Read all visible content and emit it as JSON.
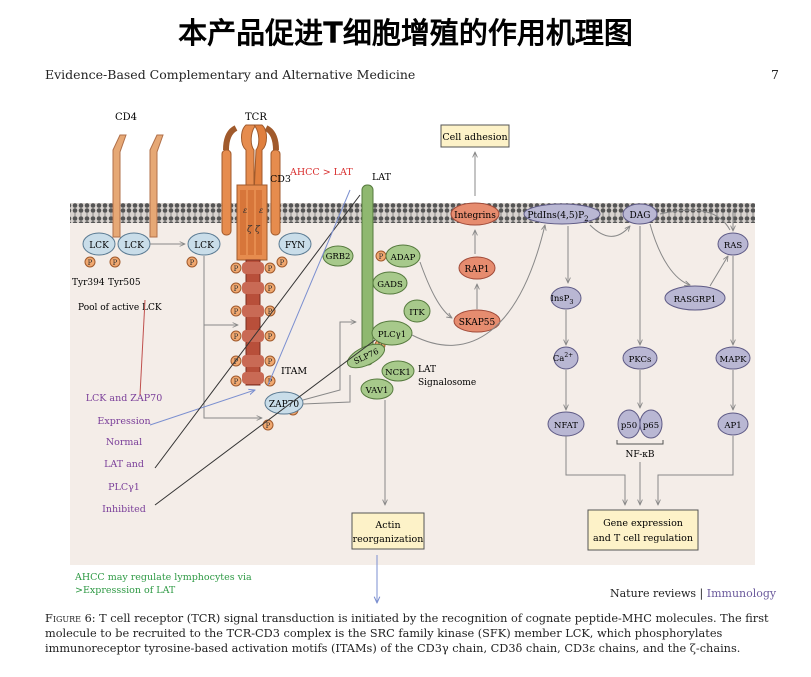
{
  "header": {
    "title": "本产品促进T细胞增殖的作用机理图",
    "journal": "Evidence-Based Complementary and Alternative Medicine",
    "page_number": "7"
  },
  "diagram": {
    "receptors": {
      "cd4": "CD4",
      "tcr": "TCR",
      "cd3": "CD3",
      "lat_top": "LAT",
      "ahcc_lat": "AHCC > LAT"
    },
    "kinases": {
      "lck1": "LCK",
      "lck2": "LCK",
      "lck3": "LCK",
      "fyn": "FYN",
      "zap70": "ZAP70"
    },
    "tyr394": "Tyr394",
    "tyr505": "Tyr505",
    "pool": "Pool of active LCK",
    "itam": "ITAM",
    "p": "P",
    "zeta": "ζ",
    "epsilon": "ε",
    "signalosome": {
      "grb2": "GRB2",
      "adap": "ADAP",
      "gads": "GADS",
      "itk": "ITK",
      "plcg1": "PLCγ1",
      "slp76": "SLP76",
      "nck1": "NCK1",
      "vav1": "VAV1",
      "label_lat": "LAT",
      "label_sig": "Signalosome"
    },
    "integrin_path": {
      "cell_adhesion": "Cell adhesion",
      "integrins": "Integrins",
      "rap1": "RAP1",
      "skap55": "SKAP55"
    },
    "lipids": {
      "ptdins_a": "PtdIns(4,5)P",
      "ptdins_sub": "2",
      "dag": "DAG",
      "insp3_a": "InsP",
      "insp3_sub": "3",
      "ca_a": "Ca",
      "ca_sup": "2+"
    },
    "ras_path": {
      "ras": "RAS",
      "rasgrp1": "RASGRP1",
      "mapk": "MAPK",
      "ap1": "AP1"
    },
    "pkc_path": {
      "pkcs": "PKCs",
      "p50": "p50",
      "p65": "p65",
      "nfkb": "NF-κB",
      "nfat": "NFAT"
    },
    "outputs": {
      "actin_1": "Actin",
      "actin_2": "reorganization",
      "gene_1": "Gene expression",
      "gene_2": "and T cell regulation"
    },
    "annotations": {
      "lck_zap": "LCK and ZAP70",
      "expression": "Expression",
      "normal": "Normal",
      "lat_and": "LAT and",
      "plcg": "PLCγ1",
      "inhibited": "Inhibited",
      "ahcc_1": "AHCC may regulate lymphocytes via",
      "ahcc_2": ">Expresssion of LAT"
    },
    "colors": {
      "membrane_bg": "#f4ede8",
      "lck": "#c9dde9",
      "cd3": "#e68c4e",
      "cd3_dark": "#b84f3a",
      "lat": "#8fb870",
      "green": "#a7c98b",
      "red_oval": "#e68c6f",
      "purple": "#8a86ad",
      "box": "#fdf2c8",
      "purple_text": "#7a3e99",
      "red_text": "#d93030",
      "green_text": "#2f9a45"
    }
  },
  "source": {
    "prefix": "Nature reviews",
    "sep": " | ",
    "journal": "Immunology"
  },
  "caption": {
    "label": "Figure 6:",
    "text": " T cell receptor (TCR) signal transduction is initiated by the recognition of cognate peptide-MHC molecules. The first molecule to be recruited to the TCR-CD3 complex is the SRC family kinase (SFK) member LCK, which phosphorylates immunoreceptor tyrosine-based activation motifs (ITAMs) of the CD3γ chain, CD3δ chain, CD3ε chains, and the ζ-chains."
  }
}
